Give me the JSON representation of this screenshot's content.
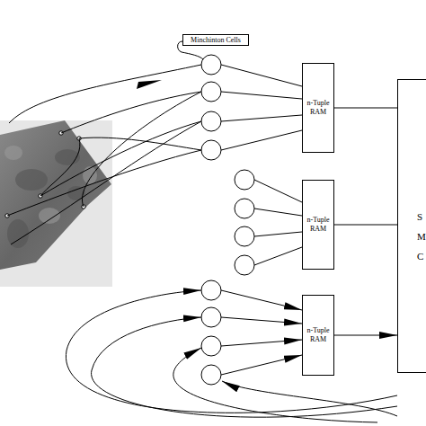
{
  "diagram": {
    "nodes": [
      {
        "text": [
          "Minchinton Cells"
        ]
      },
      {
        "text": [
          "n-Tuple RAM"
        ]
      },
      {
        "text": [
          "n-Tuple RAM"
        ]
      },
      {
        "text": [
          "n-Tuple RAM"
        ]
      },
      {
        "text": [
          "S M C"
        ]
      }
    ],
    "edges": [
      {
        "from": 1,
        "to": 4,
        "arrow": "none"
      },
      {
        "from": 2,
        "to": 4,
        "arrow": "none"
      },
      {
        "from": 3,
        "to": 4,
        "arrow": "to"
      }
    ]
  }
}
